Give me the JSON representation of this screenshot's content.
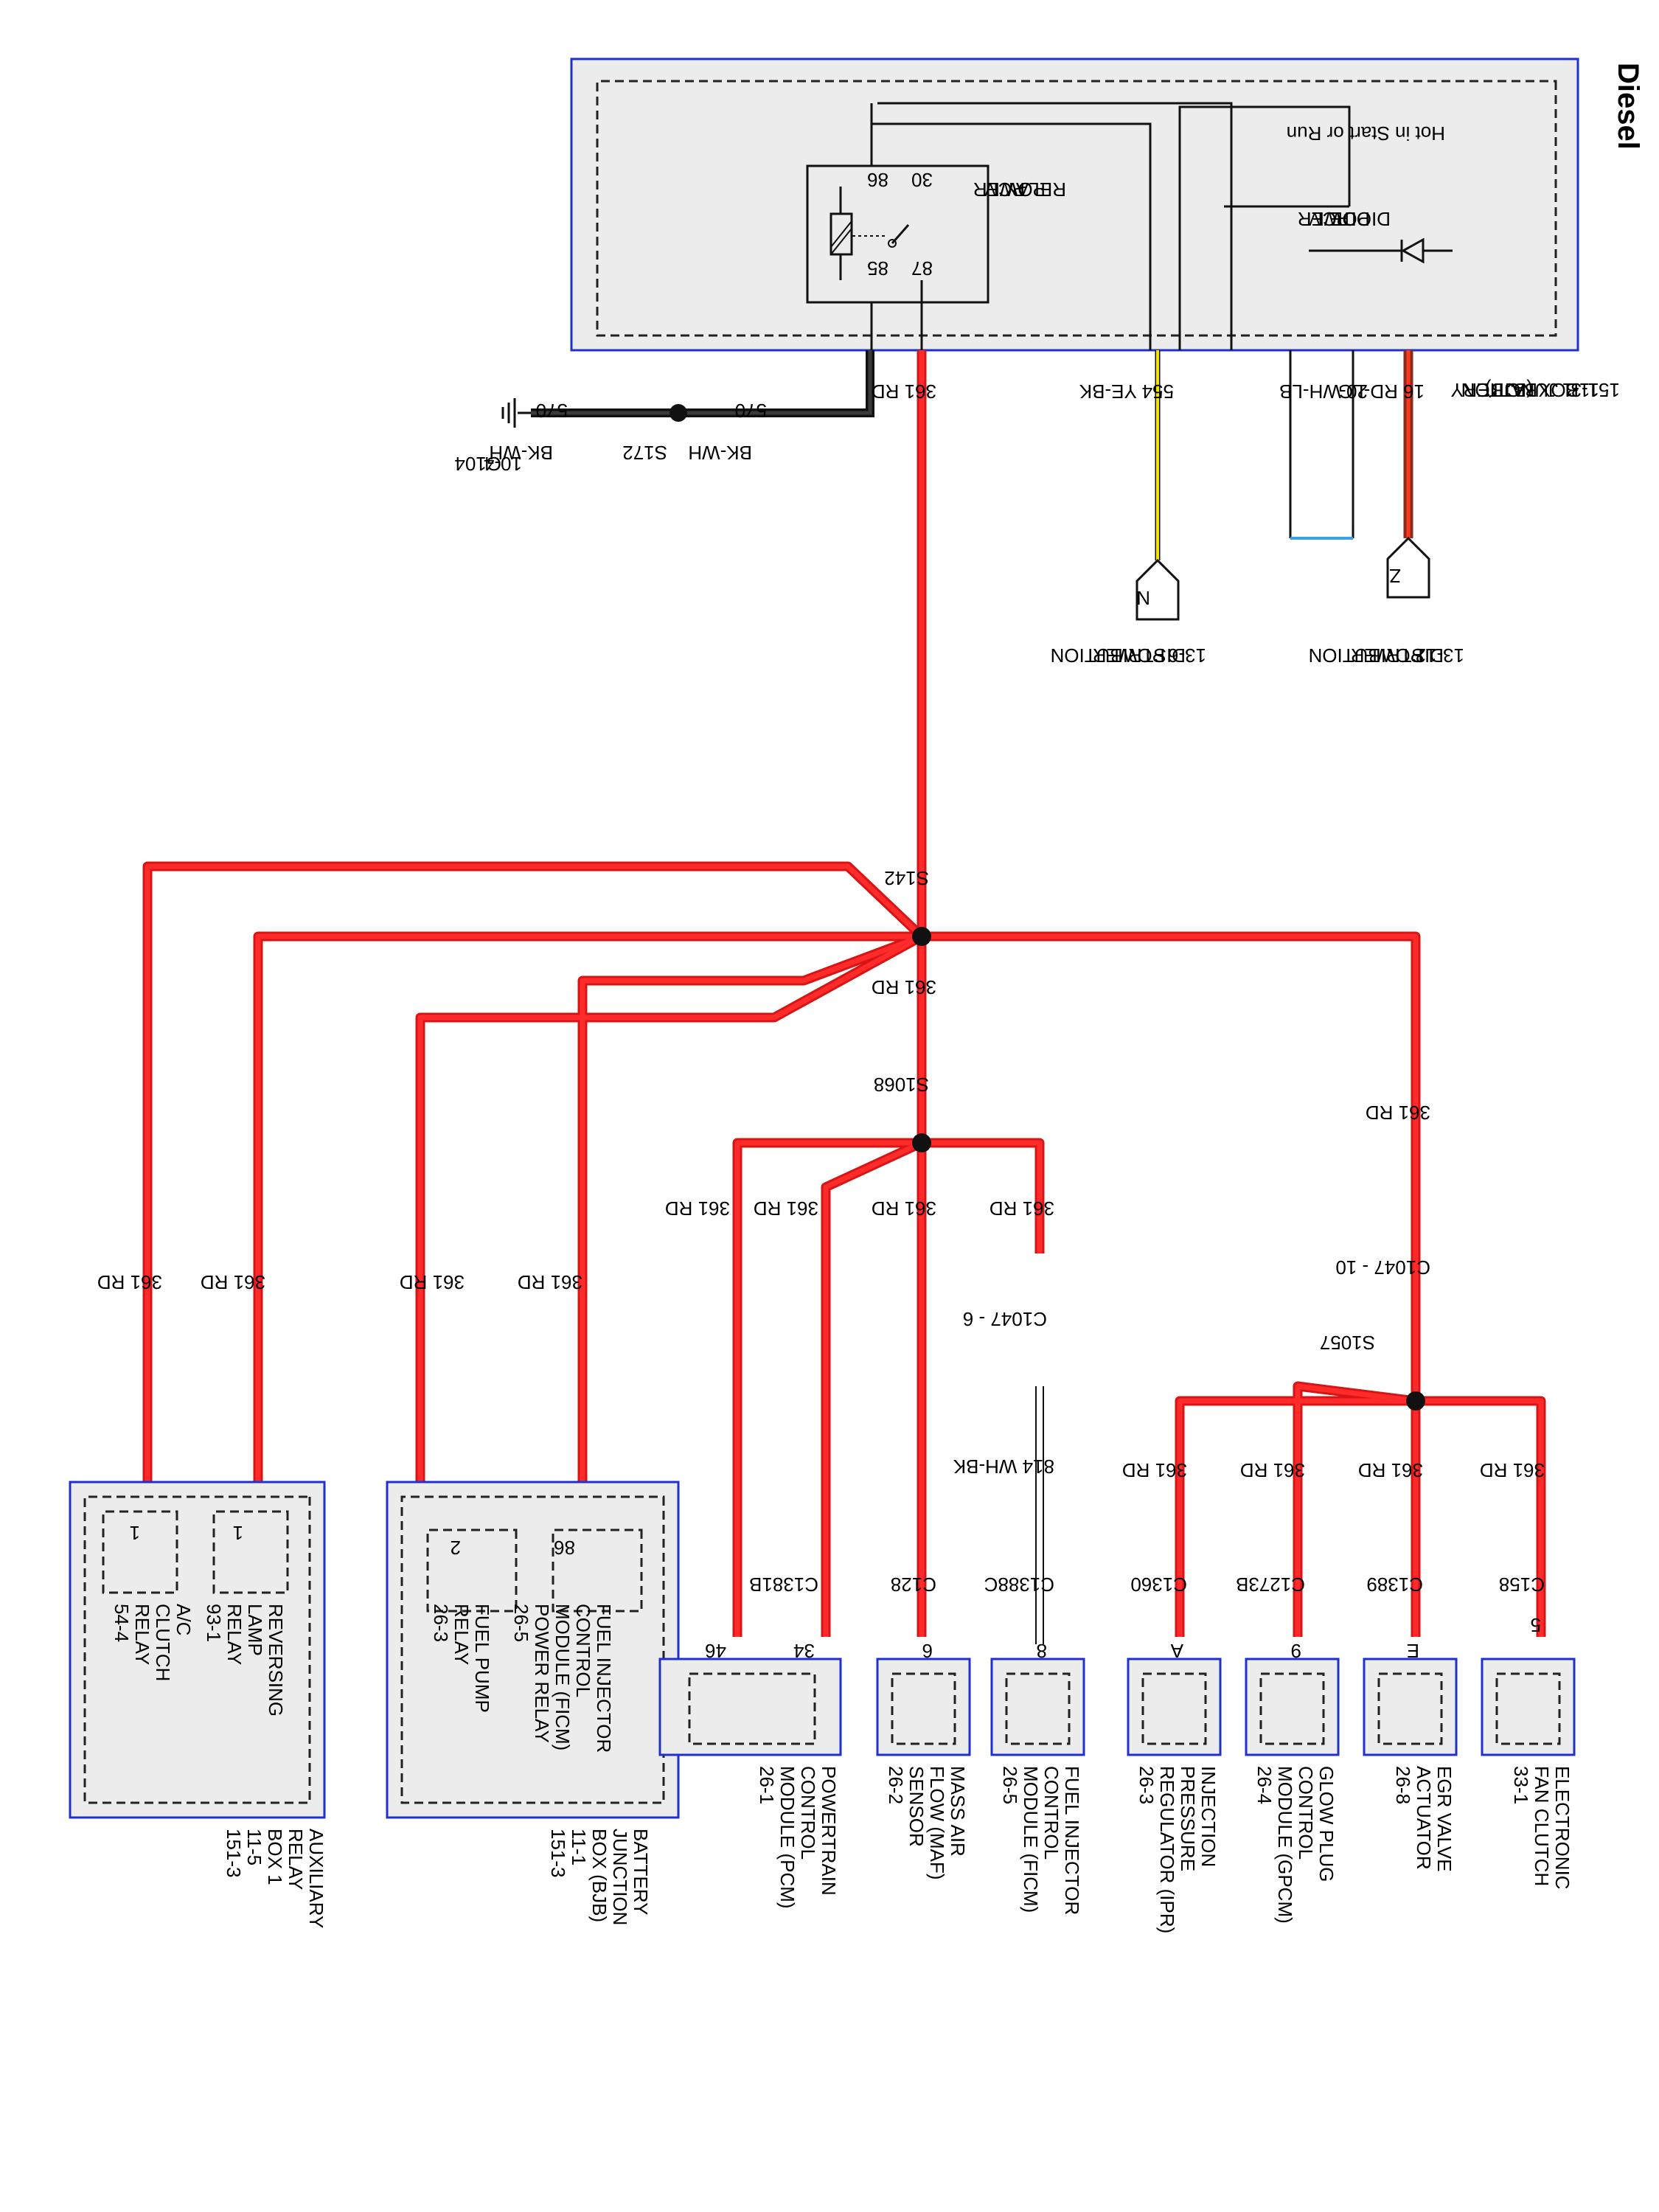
{
  "title": "Diesel",
  "top_box": {
    "hot_label": "Hot in Start or Run",
    "relay_label": [
      "PCM",
      "POWER",
      "RELAY"
    ],
    "relay_pins": [
      "86",
      "30",
      "85",
      "87"
    ],
    "diode_label": [
      "PCM",
      "POWER",
      "DIODE"
    ],
    "box_label": [
      "BATTERY",
      "JUNCTION",
      "BOX (BJB)",
      "11-1",
      "151-3"
    ]
  },
  "top_wires": {
    "w16": "16  RD-LG",
    "w20": "20  WH-LB",
    "w554": "554  YE-BK",
    "w361": "361  RD"
  },
  "power_dist": {
    "z_letter": "Z",
    "z_label": [
      "POWER",
      "DISTRIBUTION",
      "13-12"
    ],
    "n_letter": "N",
    "n_label": [
      "POWER",
      "DISTRIBUTION",
      "13-6"
    ]
  },
  "ground": {
    "w570_top": "570",
    "wire_bkwh": "BK-WH",
    "splice": "S172",
    "w570_bottom": "570",
    "wire_bkwh_2": "BK-WH",
    "g_label": [
      "G104",
      "10-4"
    ]
  },
  "splices": {
    "s142": "S142",
    "s1068": "S1068",
    "s1057": "S1057"
  },
  "connectors": {
    "c1047_10": "C1047 - 10",
    "c1047_6": "C1047 - 6",
    "w814": "814  WH-BK",
    "c1388c": "C1388C",
    "c128": "C128",
    "c1381b": "C1381B",
    "c1360": "C1360",
    "c1273b": "C1273B",
    "c1389": "C1389",
    "c158": "C158"
  },
  "wire_label": "361  RD",
  "pins": {
    "p46": "46",
    "p34": "34",
    "p6": "6",
    "p8": "8",
    "pA": "A",
    "p9": "9",
    "pE": "E",
    "p5": "5"
  },
  "modules": {
    "pcm": [
      "POWERTRAIN",
      "CONTROL",
      "MODULE (PCM)",
      "26-1"
    ],
    "maf": [
      "MASS AIR",
      "FLOW (MAF)",
      "SENSOR",
      "26-2"
    ],
    "ficm": [
      "FUEL INJECTOR",
      "CONTROL",
      "MODULE (FICM)",
      "26-5"
    ],
    "ipr": [
      "INJECTION",
      "PRESSURE",
      "REGULATOR (IPR)",
      "26-3"
    ],
    "gpcm": [
      "GLOW PLUG",
      "CONTROL",
      "MODULE (GPCM)",
      "26-4"
    ],
    "egr": [
      "EGR VALVE",
      "ACTUATOR",
      "26-8"
    ],
    "fan": [
      "ELECTRONIC",
      "FAN CLUTCH",
      "33-1"
    ]
  },
  "bjb_lower": {
    "pin86": "86",
    "pin2": "2",
    "ficm_relay": [
      "FUEL INJECTOR",
      "CONTROL",
      "MODULE (FICM)",
      "POWER RELAY",
      "26-5"
    ],
    "fuel_pump": [
      "FUEL PUMP",
      "RELAY",
      "26-3"
    ],
    "box_label": [
      "BATTERY",
      "JUNCTION",
      "BOX (BJB)",
      "11-1",
      "151-3"
    ]
  },
  "aux_box": {
    "pin1a": "1",
    "pin1b": "1",
    "reversing": [
      "REVERSING",
      "LAMP",
      "RELAY",
      "93-1"
    ],
    "ac": [
      "A/C",
      "CLUTCH",
      "RELAY",
      "54-4"
    ],
    "box_label": [
      "AUXILIARY",
      "RELAY",
      "BOX 1",
      "11-5",
      "151-3"
    ]
  }
}
